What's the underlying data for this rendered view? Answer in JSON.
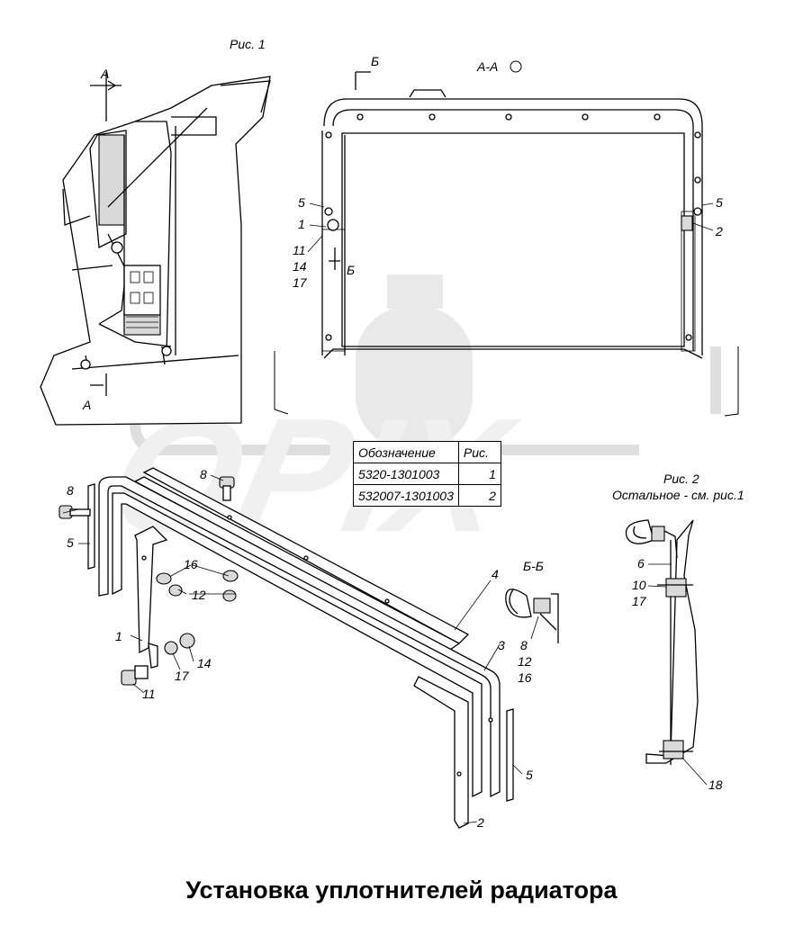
{
  "figure_labels": {
    "fig1": "Рис. 1",
    "section_aa": "А-А",
    "fig2": "Рис. 2",
    "fig2_note": "Остальное - см. рис.1",
    "section_bb": "Б-Б"
  },
  "section_marks": {
    "a_top": "А",
    "a_bottom": "А",
    "b_top": "Б",
    "b_side": "Б"
  },
  "callouts": {
    "aa_5_left": "5",
    "aa_1": "1",
    "aa_11": "11",
    "aa_14": "14",
    "aa_17": "17",
    "aa_5_right": "5",
    "aa_2": "2",
    "ex_8_left": "8",
    "ex_5_left": "5",
    "ex_8_top": "8",
    "ex_16": "16",
    "ex_12": "12",
    "ex_1": "1",
    "ex_14": "14",
    "ex_17": "17",
    "ex_11": "11",
    "ex_4": "4",
    "ex_3": "3",
    "ex_5_right": "5",
    "ex_2": "2",
    "bb_8": "8",
    "bb_12": "12",
    "bb_16": "16",
    "f2_6": "6",
    "f2_10": "10",
    "f2_17": "17",
    "f2_18": "18"
  },
  "spec_table": {
    "headers": [
      "Обозначение",
      "Рис."
    ],
    "rows": [
      {
        "designation": "5320-1301003",
        "fig": "1"
      },
      {
        "designation": "532007-1301003",
        "fig": "2"
      }
    ]
  },
  "watermark": "ОРІХ",
  "title": "Установка уплотнителей радиатора"
}
